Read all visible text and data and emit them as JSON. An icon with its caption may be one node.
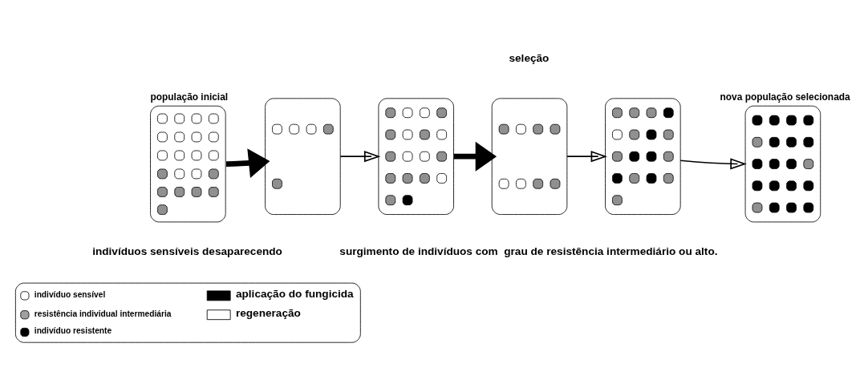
{
  "diagram": {
    "nodes": [
      {
        "text": [
          "população inicial"
        ]
      },
      {
        "text": [],
        "shape": "box"
      },
      {
        "text": [],
        "shape": "box"
      },
      {
        "text": [],
        "shape": "box"
      },
      {
        "text": [],
        "shape": "box"
      },
      {
        "text": [
          "nova população selecionada"
        ]
      }
    ],
    "edges": [
      {
        "from": 0,
        "to": 1,
        "arrow": "to",
        "style": "thick"
      },
      {
        "from": 1,
        "to": 2,
        "arrow": "to"
      },
      {
        "from": 2,
        "to": 3,
        "arrow": "to",
        "style": "thick"
      },
      {
        "from": 3,
        "to": 4,
        "arrow": "to"
      },
      {
        "from": 4,
        "to": 5,
        "arrow": "to"
      }
    ],
    "labels": [
      "seleção",
      "indivíduos sensíveis desaparecendo",
      "surgimento de indivíduos com  grau de resistência intermediário ou alto."
    ],
    "legend": [
      {
        "text": "indivíduo sensível",
        "color": "#ffffff"
      },
      {
        "text": "resistência individual intermediária",
        "color": "#a0a0a0"
      },
      {
        "text": "indivíduo resistente",
        "color": "#000000"
      },
      {
        "text": "aplicação do fungicida"
      },
      {
        "text": "regeneração"
      }
    ]
  }
}
